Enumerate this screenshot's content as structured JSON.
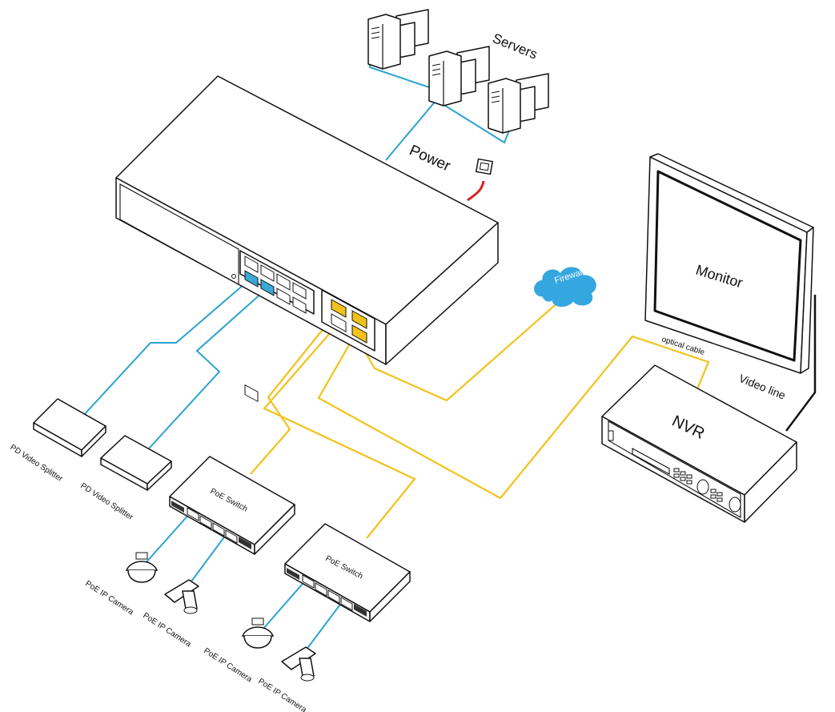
{
  "labels": {
    "servers": "Servers",
    "power": "Power",
    "monitor": "Monitor",
    "firewall": "Firewall",
    "optical_cable": "optical cable",
    "video_line": "Video line",
    "nvr": "NVR",
    "pd_splitter": "PD Video Splitter",
    "poe_switch": "PoE Switch",
    "poe_camera": "PoE IP Camera"
  },
  "colors": {
    "ethernet_cable": "#2aa3cf",
    "fiber_cable": "#f2c21a",
    "power_cable": "#d62020",
    "firewall_cloud": "#35a7e0"
  },
  "icons": [
    "server-icon",
    "switch-icon",
    "power-outlet-icon",
    "monitor-icon",
    "nvr-icon",
    "cloud-icon",
    "dome-camera-icon",
    "bullet-camera-icon",
    "splitter-icon"
  ]
}
